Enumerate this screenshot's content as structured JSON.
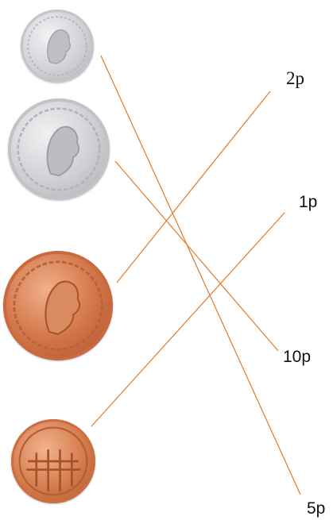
{
  "line_color": "#e07a2a",
  "coins": [
    {
      "id": "5p-coin",
      "icon": "silver-coin-queen-head-icon"
    },
    {
      "id": "10p-coin",
      "icon": "silver-coin-queen-head-icon"
    },
    {
      "id": "2p-coin",
      "icon": "copper-coin-queen-head-icon"
    },
    {
      "id": "1p-coin",
      "icon": "copper-coin-portcullis-icon"
    }
  ],
  "labels": {
    "two_p": "2p",
    "one_p": "1p",
    "ten_p": "10p",
    "five_p": "5p"
  }
}
